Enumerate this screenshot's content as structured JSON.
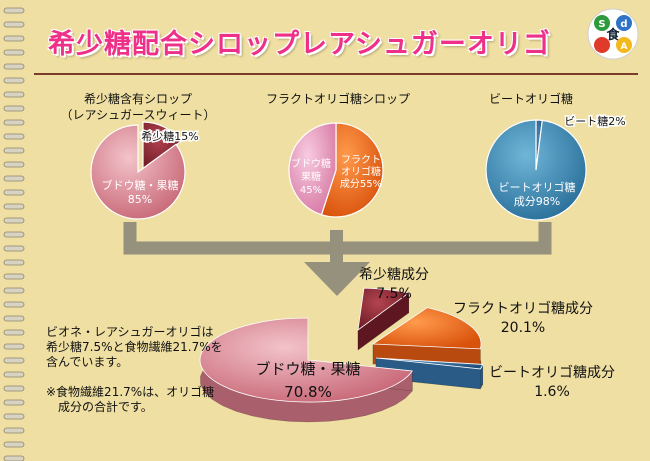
{
  "page": {
    "title": "希少糖配合シロップレアシュガーオリゴ",
    "badge_glyphs": [
      "S",
      "d",
      "食",
      "A"
    ]
  },
  "chart_data": [
    {
      "type": "pie",
      "title_lines": [
        "希少糖含有シロップ",
        "（レアシュガースウィート）"
      ],
      "slices": [
        {
          "label": "希少糖",
          "value": 15,
          "display": "希少糖15%",
          "color": "#8c2a36"
        },
        {
          "label": "ブドウ糖・果糖",
          "value": 85,
          "display_lines": [
            "ブドウ糖・果糖",
            "85%"
          ],
          "color": "#d77f8c"
        }
      ]
    },
    {
      "type": "pie",
      "title_lines": [
        "フラクトオリゴ糖シロップ"
      ],
      "slices": [
        {
          "label": "フラクトオリゴ糖成分",
          "value": 55,
          "display_lines": [
            "フラクト",
            "オリゴ糖",
            "成分55%"
          ],
          "color": "#ef6a1c"
        },
        {
          "label": "ブドウ糖果糖",
          "value": 45,
          "display_lines": [
            "ブドウ糖",
            "果糖",
            "45%"
          ],
          "color": "#e893b6"
        }
      ]
    },
    {
      "type": "pie",
      "title_lines": [
        "ビートオリゴ糖"
      ],
      "slices": [
        {
          "label": "ビート糖",
          "value": 2,
          "display": "ビート糖2%",
          "color": "#2f6e9e"
        },
        {
          "label": "ビートオリゴ糖成分",
          "value": 98,
          "display_lines": [
            "ビートオリゴ糖",
            "成分98%"
          ],
          "color": "#3d8fb8"
        }
      ]
    },
    {
      "type": "pie",
      "style": "3d-exploded",
      "slices": [
        {
          "label": "ブドウ糖・果糖",
          "value": 70.8,
          "display_lines": [
            "ブドウ糖・果糖",
            "70.8%"
          ],
          "color": "#dc99a3"
        },
        {
          "label": "希少糖成分",
          "value": 7.5,
          "display_lines": [
            "希少糖成分",
            "7.5%"
          ],
          "color": "#8e2a30"
        },
        {
          "label": "フラクトオリゴ糖成分",
          "value": 20.1,
          "display_lines": [
            "フラクトオリゴ糖成分",
            "20.1%"
          ],
          "color": "#ef6a1c"
        },
        {
          "label": "ビートオリゴ糖成分",
          "value": 1.6,
          "display_lines": [
            "ビートオリゴ糖成分",
            "1.6%"
          ],
          "color": "#3f7fb3"
        }
      ]
    }
  ],
  "notes": {
    "summary_lines": [
      "ビオネ・レアシュガーオリゴは",
      "希少糖7.5%と食物繊維21.7%を",
      "含んでいます。"
    ],
    "footnote_lines": [
      "※食物繊維21.7%は、オリゴ糖",
      "　成分の合計です。"
    ]
  },
  "colors": {
    "background": "#efdfa2",
    "title": "#ee3088",
    "connector": "#96917c"
  }
}
